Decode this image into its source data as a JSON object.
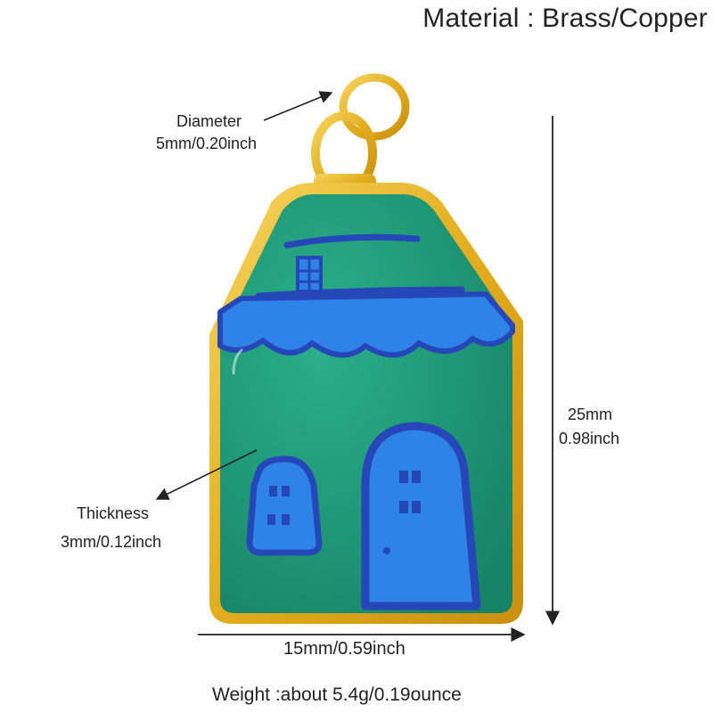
{
  "material": "Material : Brass/Copper",
  "diameter": {
    "label": "Diameter",
    "value": "5mm/0.20inch"
  },
  "thickness": {
    "label": "Thickness",
    "value": "3mm/0.12inch"
  },
  "height": {
    "mm": "25mm",
    "inch": "0.98inch"
  },
  "width": {
    "label": "15mm/0.59inch"
  },
  "weight": "Weight :about 5.4g/0.19ounce",
  "colors": {
    "gold": "#e8b828",
    "enamel_green": "#1f9a78",
    "roof_blue": "#2f82e6",
    "outline_blue": "#2547b8",
    "arrow": "#222222"
  },
  "product": {
    "name_icon": "house-pendant-charm-icon",
    "ring_icon": "jump-ring-icon"
  }
}
